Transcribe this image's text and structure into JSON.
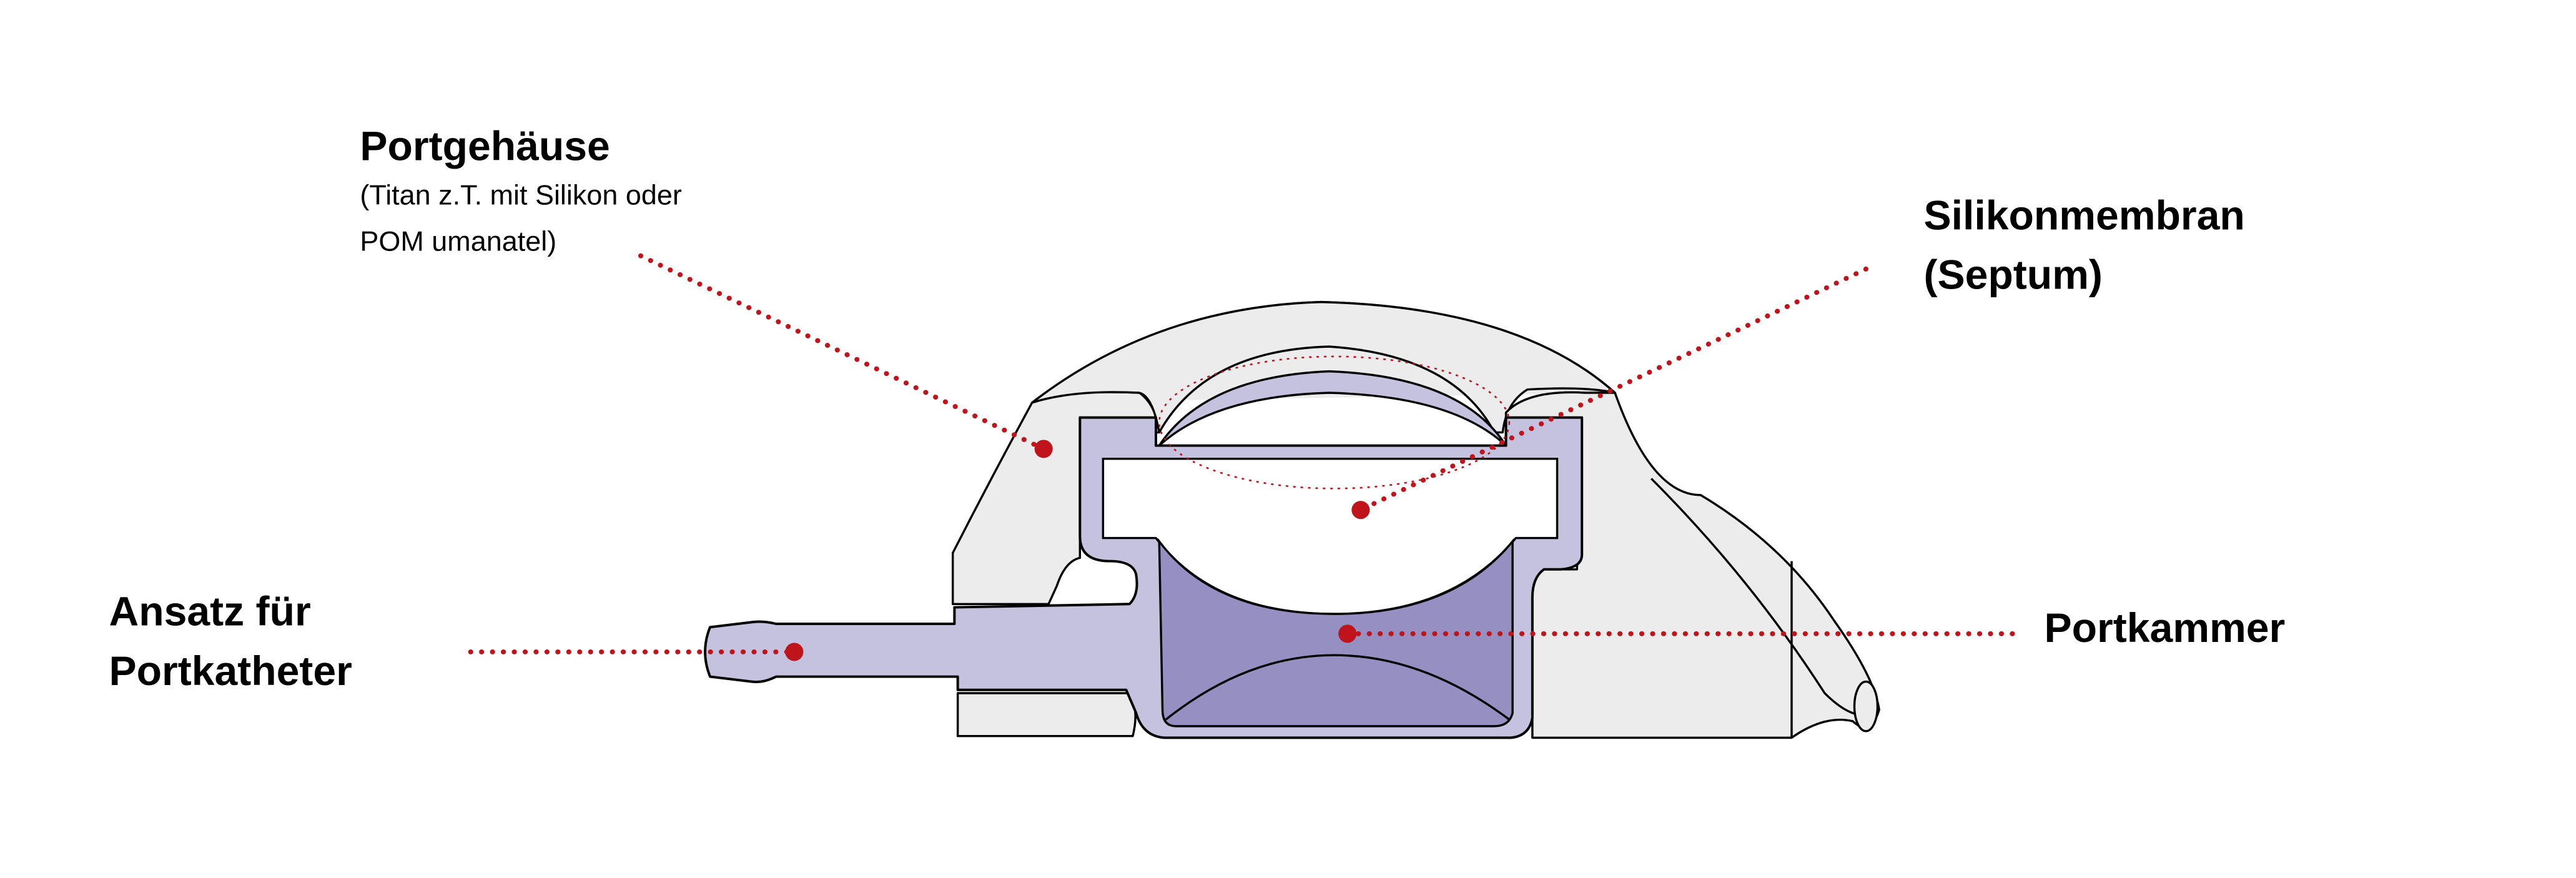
{
  "labels": {
    "housing": {
      "title": "Portgehäuse",
      "desc_line1": "(Titan z.T. mit Silikon oder",
      "desc_line2": "POM umanatel)"
    },
    "septum": {
      "line1": "Silikonmembran",
      "line2": "(Septum)"
    },
    "catheter": {
      "line1": "Ansatz für",
      "line2": "Portkatheter"
    },
    "chamber": {
      "title": "Portkammer"
    }
  },
  "colors": {
    "housing": "#ececec",
    "frame": "#c5c2df",
    "chamber_fluid": "#958fc2",
    "marker": "#c0141c",
    "outline": "#000000"
  }
}
